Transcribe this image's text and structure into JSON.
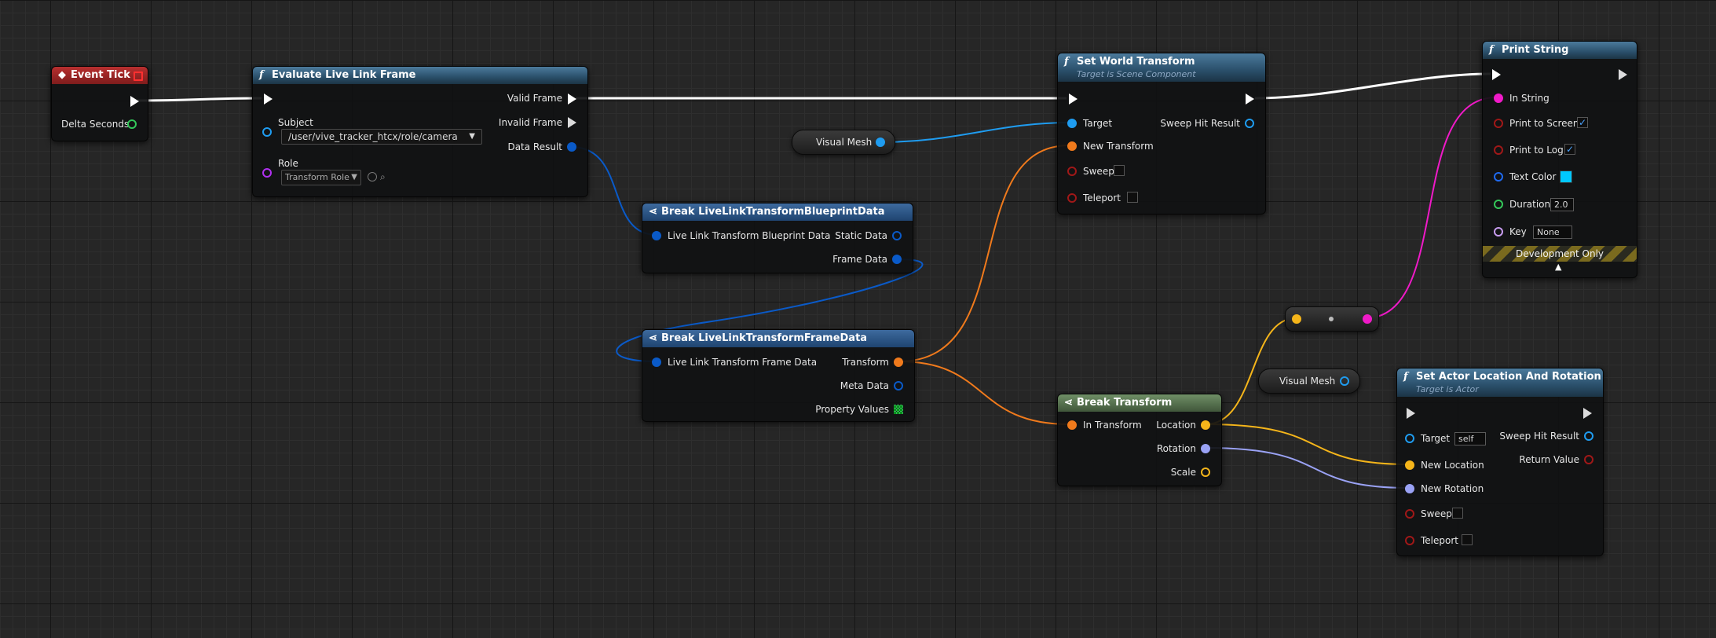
{
  "nodes": {
    "event_tick": {
      "title": "Event Tick",
      "delta_seconds": "Delta Seconds"
    },
    "evaluate_live_link": {
      "title": "Evaluate Live Link Frame",
      "subject_label": "Subject",
      "subject_value": "/user/vive_tracker_htcx/role/camera",
      "role_label": "Role",
      "role_value": "Transform Role",
      "valid_frame": "Valid Frame",
      "invalid_frame": "Invalid Frame",
      "data_result": "Data Result"
    },
    "visual_mesh_1": {
      "label": "Visual Mesh"
    },
    "visual_mesh_2": {
      "label": "Visual Mesh"
    },
    "break_blueprint_data": {
      "title": "Break LiveLinkTransformBlueprintData",
      "input": "Live Link Transform Blueprint Data",
      "static_data": "Static Data",
      "frame_data": "Frame Data"
    },
    "break_frame_data": {
      "title": "Break LiveLinkTransformFrameData",
      "input": "Live Link Transform Frame Data",
      "transform": "Transform",
      "meta_data": "Meta Data",
      "property_values": "Property Values"
    },
    "set_world_transform": {
      "title": "Set World Transform",
      "subtitle": "Target is Scene Component",
      "target": "Target",
      "new_transform": "New Transform",
      "sweep": "Sweep",
      "teleport": "Teleport",
      "sweep_hit_result": "Sweep Hit Result"
    },
    "break_transform": {
      "title": "Break Transform",
      "in_transform": "In Transform",
      "location": "Location",
      "rotation": "Rotation",
      "scale": "Scale"
    },
    "print_string": {
      "title": "Print String",
      "in_string": "In String",
      "print_to_screen": "Print to Screen",
      "print_to_log": "Print to Log",
      "text_color": "Text Color",
      "duration": "Duration",
      "duration_value": "2.0",
      "key": "Key",
      "key_value": "None",
      "dev_only": "Development Only"
    },
    "set_actor_loc_rot": {
      "title": "Set Actor Location And Rotation",
      "subtitle": "Target is Actor",
      "target": "Target",
      "target_value": "self",
      "new_location": "New Location",
      "new_rotation": "New Rotation",
      "sweep": "Sweep",
      "teleport": "Teleport",
      "sweep_hit_result": "Sweep Hit Result",
      "return_value": "Return Value"
    }
  },
  "colors": {
    "exec": "#ffffff",
    "object": "#1f9cf0",
    "struct": "#0a5ac8",
    "transform": "#f07a1c",
    "vector": "#f5b51a",
    "rotator": "#9aa2f5",
    "string": "#f01ac8",
    "boolean": "#8c1010",
    "float": "#34c85a",
    "name": "#c89cf0",
    "text_color_swatch": "#00c8ff"
  }
}
